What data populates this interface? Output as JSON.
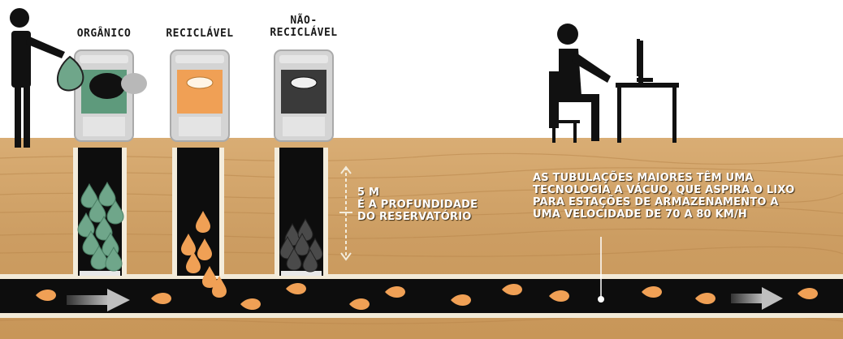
{
  "bins": [
    {
      "label_line1": "ORGÂNICO",
      "label_line2": "",
      "color": "#5e9a7c"
    },
    {
      "label_line1": "RECICLÁVEL",
      "label_line2": "",
      "color": "#f0a055"
    },
    {
      "label_line1": "NÃO-",
      "label_line2": "RECICLÁVEL",
      "color": "#3a3a3a"
    }
  ],
  "depth_note": {
    "value": "5 M",
    "line1": "É A PROFUNDIDADE",
    "line2": "DO RESERVATÓRIO"
  },
  "tube_note": {
    "line1": "AS TUBULAÇÕES MAIORES TÊM UMA",
    "line2": "TECNOLOGIA A VÁCUO, QUE ASPIRA O LIXO",
    "line3": "PARA ESTAÇÕES DE ARMAZENAMENTO A",
    "line4_prefix": "UMA VELOCIDADE DE ",
    "speed_min": "70",
    "speed_joiner": " A ",
    "speed_max": "80",
    "speed_unit": " KM/H"
  },
  "colors": {
    "soil": "#d2a46a",
    "pipe": "#0d0d0d",
    "drop": "#f0a055",
    "organic": "#5e9a7c",
    "nonrecyclable": "#3a3a3a",
    "bin_body": "#c8c8c8"
  },
  "icons": [
    "person-throwing-icon",
    "person-at-computer-icon",
    "arrow-right-icon",
    "waste-drop-icon"
  ]
}
